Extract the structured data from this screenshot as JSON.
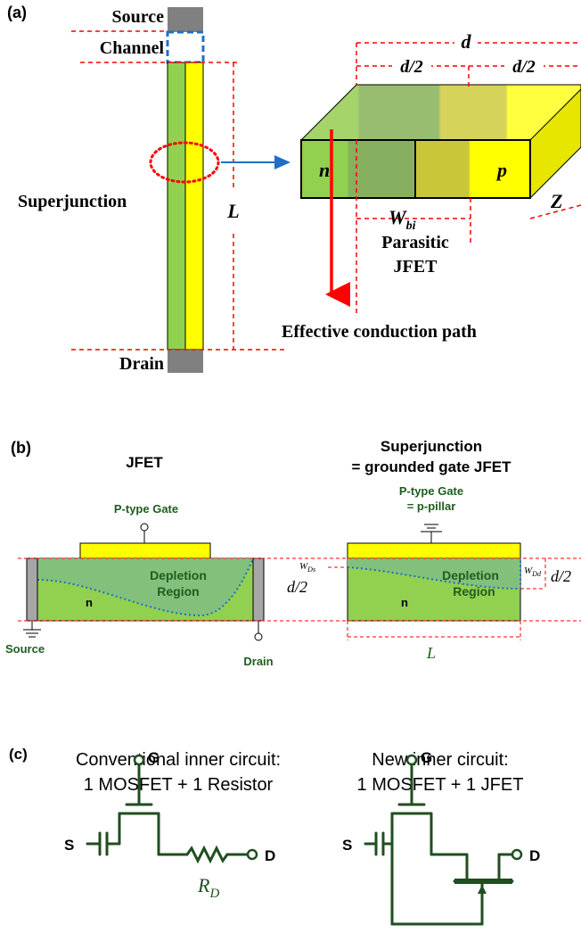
{
  "panel_a": {
    "label": "(a)",
    "source": "Source",
    "channel": "Channel",
    "superjunction": "Superjunction",
    "length": "L",
    "drain": "Drain",
    "d": "d",
    "d_half_left": "d/2",
    "d_half_right": "d/2",
    "n": "n",
    "p": "p",
    "z": "Z",
    "wbi_main": "W",
    "wbi_sub": "bi",
    "parasitic_line1": "Parasitic",
    "parasitic_line2": "JFET",
    "conduction_path": "Effective conduction path"
  },
  "panel_b": {
    "label": "(b)",
    "jfet_title": "JFET",
    "sj_title_line1": "Superjunction",
    "sj_title_line2": "= grounded gate JFET",
    "left_gate": "P-type Gate",
    "right_gate_line1": "P-type Gate",
    "right_gate_line2": "= p-pillar",
    "depletion_line1": "Depletion",
    "depletion_line2": "Region",
    "n": "n",
    "d_half": "d/2",
    "source": "Source",
    "drain": "Drain",
    "wds_main": "W",
    "wds_sub": "Ds",
    "wdd_main": "W",
    "wdd_sub": "Dd",
    "length": "L"
  },
  "panel_c": {
    "label": "(c)",
    "conv_line1": "Conventional inner circuit:",
    "conv_line2": "1 MOSFET + 1 Resistor",
    "new_line1": "New inner circuit:",
    "new_line2": "1 MOSFET + 1 JFET",
    "g": "G",
    "s": "S",
    "d": "D",
    "rd_main": "R",
    "rd_sub": "D"
  },
  "colors": {
    "n_green": "#92d050",
    "p_yellow": "#ffff00",
    "depletion": "#82c07c",
    "guide_red": "#ff0000",
    "circuit": "#1f4e1f",
    "dark_green_text": "#1f5c1f",
    "blue": "#1f6fc6"
  }
}
